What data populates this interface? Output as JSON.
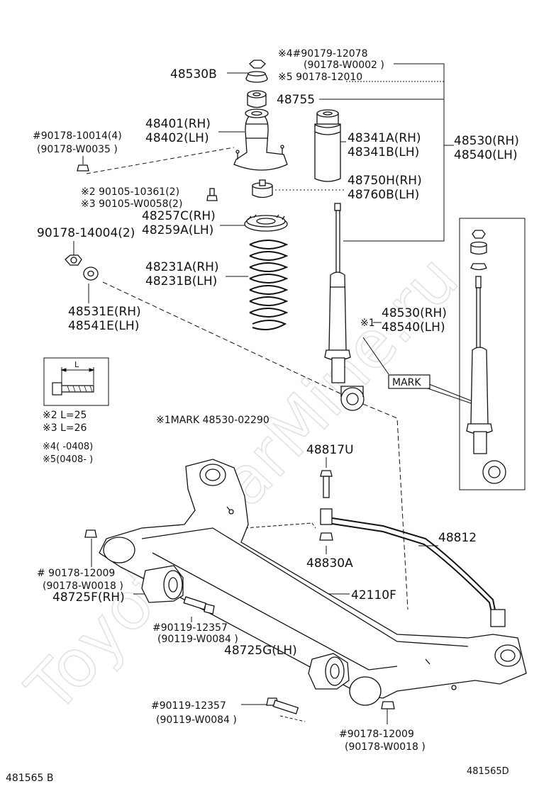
{
  "watermark": "Toyota-CarMine.ru",
  "footer": {
    "left": "481565 B",
    "right": "481565D"
  },
  "upper_labels": {
    "mark4_line1": "※4#90179-12078",
    "mark4_line2": "(90178-W0002 )",
    "mark5": "※5 90178-12010",
    "p48530B": "48530B",
    "p48755": "48755",
    "p48401": "48401(RH)",
    "p48402": "48402(LH)",
    "nut1_line1": "#90178-10014(4)",
    "nut1_line2": "(90178-W0035 )",
    "p48341A": "48341A(RH)",
    "p48341B": "48341B(LH)",
    "p48530_top": "48530(RH)",
    "p48540_top": "48540(LH)",
    "p48750H": "48750H(RH)",
    "p48760B": "48760B(LH)",
    "bolt2": "※2 90105-10361(2)",
    "bolt3": "※3 90105-W0058(2)",
    "p48257C": "48257C(RH)",
    "p48259A": "48259A(LH)",
    "nut2": "90178-14004(2)",
    "p48231A": "48231A(RH)",
    "p48231B": "48231B(LH)",
    "p48531E": "48531E(RH)",
    "p48541E": "48541E(LH)",
    "mark1_prefix": "※1",
    "p48530_mid": "48530(RH)",
    "p48540_mid": "48540(LH)",
    "mark_box": "MARK"
  },
  "notes": {
    "L_label": "L",
    "len2": "※2 L=25",
    "len3": "※3 L=26",
    "period4": "※4(      -0408)",
    "period5": "※5(0408-      )",
    "mark_note": "※1MARK 48530-02290"
  },
  "lower_labels": {
    "p48817U": "48817U",
    "p48812": "48812",
    "p48830A": "48830A",
    "nut3_line1": "# 90178-12009",
    "nut3_line2": "(90178-W0018 )",
    "p48725F": "48725F(RH)",
    "p42110F": "42110F",
    "bolt4_line1": "#90119-12357",
    "bolt4_line2": "(90119-W0084 )",
    "p48725G": "48725G(LH)",
    "bolt5_line1": "#90119-12357",
    "bolt5_line2": "(90119-W0084 )",
    "nut4_line1": "#90178-12009",
    "nut4_line2": "(90178-W0018 )"
  }
}
